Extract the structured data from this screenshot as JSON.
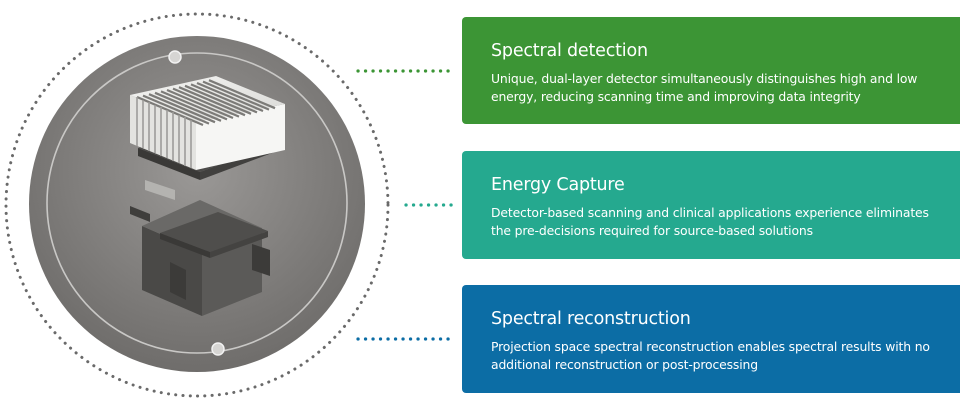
{
  "features": [
    {
      "title": "Spectral detection",
      "description": "Unique, dual-layer detector simultaneously distinguishes high and low energy, reducing scanning time and improving data integrity",
      "color": "#3c9535"
    },
    {
      "title": "Energy Capture",
      "description": "Detector-based scanning and clinical applications experience eliminates the pre-decisions required for source-based solutions",
      "color": "#25a98f"
    },
    {
      "title": "Spectral reconstruction",
      "description": "Projection space spectral reconstruction enables spectral results with no additional reconstruction or post-processing",
      "color": "#0c6da5"
    }
  ],
  "illustration": {
    "subject": "exploded-detector-module-image",
    "orbit_style": "dotted-ring",
    "connector_style": "dotted-line"
  }
}
